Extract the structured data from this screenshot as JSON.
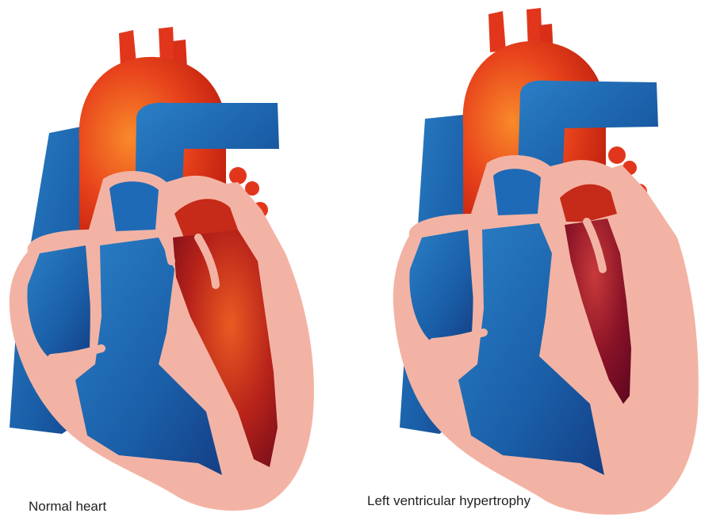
{
  "figures": [
    {
      "id": "normal",
      "caption": "Normal heart"
    },
    {
      "id": "lvh",
      "caption": "Left ventricular hypertrophy"
    }
  ],
  "colors": {
    "myocardium": "#f3b3a4",
    "deoxygenated_blue": "#1e66b4",
    "oxygenated_red": "#e2361c",
    "dark_red": "#7a0c18",
    "background": "#ffffff"
  }
}
